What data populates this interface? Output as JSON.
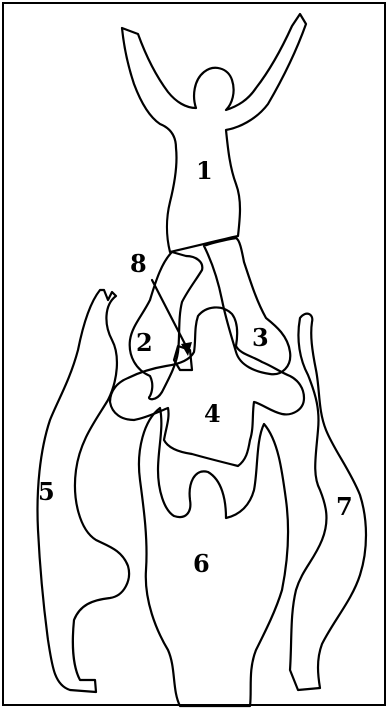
{
  "figure": {
    "labels": [
      {
        "id": "1",
        "text": "1"
      },
      {
        "id": "2",
        "text": "2"
      },
      {
        "id": "3",
        "text": "3"
      },
      {
        "id": "4",
        "text": "4"
      },
      {
        "id": "5",
        "text": "5"
      },
      {
        "id": "6",
        "text": "6"
      },
      {
        "id": "7",
        "text": "7"
      },
      {
        "id": "8",
        "text": "8"
      }
    ]
  },
  "colors": {
    "stroke": "#000000",
    "background": "#ffffff"
  }
}
